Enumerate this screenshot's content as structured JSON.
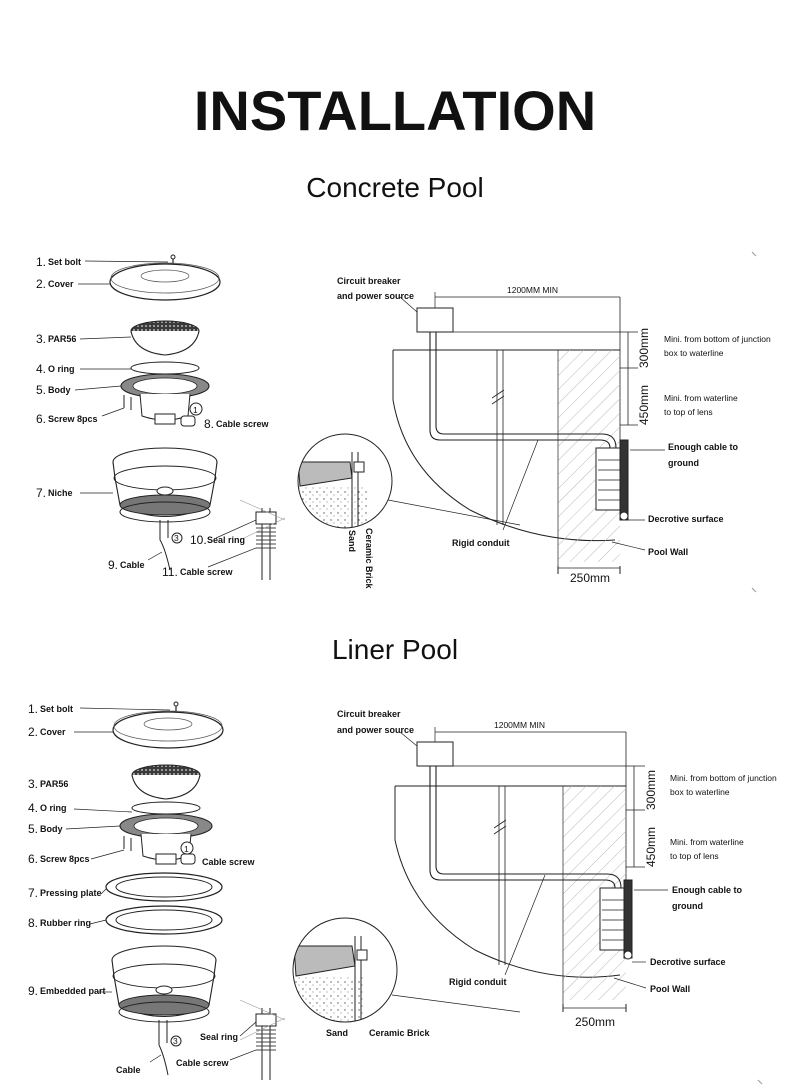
{
  "title": "INSTALLATION",
  "sections": [
    {
      "title": "Concrete Pool",
      "parts": [
        {
          "num": "1.",
          "label": "Set bolt"
        },
        {
          "num": "2.",
          "label": "Cover"
        },
        {
          "num": "3.",
          "label": "PAR56"
        },
        {
          "num": "4.",
          "label": "O ring"
        },
        {
          "num": "5.",
          "label": "Body"
        },
        {
          "num": "6.",
          "label": "Screw 8pcs"
        },
        {
          "num": "8.",
          "label": "Cable screw"
        },
        {
          "num": "7.",
          "label": "Niche"
        },
        {
          "num": "10.",
          "label": "Seal ring"
        },
        {
          "num": "9.",
          "label": "Cable"
        },
        {
          "num": "11.",
          "label": "Cable screw"
        }
      ],
      "callout_numbers": [
        "1",
        "3"
      ],
      "diagram": {
        "circuit_breaker": "Circuit breaker",
        "power_source": "and power source",
        "distance": "1200MM MIN",
        "dim_top": "300mm",
        "dim_top_note_1": "Mini. from bottom of junction",
        "dim_top_note_2": "box to waterline",
        "dim_lens": "450mm",
        "dim_lens_note_1": "Mini. from waterline",
        "dim_lens_note_2": "to top of lens",
        "cable_note_1": "Enough cable to",
        "cable_note_2": "ground",
        "surface": "Decrotive surface",
        "rigid_conduit": "Rigid conduit",
        "pool_wall": "Pool Wall",
        "wall_width": "250mm",
        "sand": "Sand",
        "brick": "Ceramic Brick"
      }
    },
    {
      "title": "Liner Pool",
      "parts": [
        {
          "num": "1.",
          "label": "Set bolt"
        },
        {
          "num": "2.",
          "label": "Cover"
        },
        {
          "num": "3.",
          "label": "PAR56"
        },
        {
          "num": "4.",
          "label": "O ring"
        },
        {
          "num": "5.",
          "label": "Body"
        },
        {
          "num": "6.",
          "label": "Screw 8pcs"
        },
        {
          "num": "",
          "label": "Cable screw"
        },
        {
          "num": "7.",
          "label": "Pressing plate"
        },
        {
          "num": "8.",
          "label": "Rubber ring"
        },
        {
          "num": "9.",
          "label": "Embedded part"
        },
        {
          "num": "",
          "label": "Seal ring"
        },
        {
          "num": "",
          "label": "Cable screw"
        },
        {
          "num": "",
          "label": "Cable"
        }
      ],
      "callout_numbers": [
        "1",
        "3"
      ],
      "diagram": {
        "circuit_breaker": "Circuit breaker",
        "power_source": "and power source",
        "distance": "1200MM MIN",
        "dim_top": "300mm",
        "dim_top_note_1": "Mini. from bottom of junction",
        "dim_top_note_2": "box to waterline",
        "dim_lens": "450mm",
        "dim_lens_note_1": "Mini. from waterline",
        "dim_lens_note_2": "to top of lens",
        "cable_note_1": "Enough cable to",
        "cable_note_2": "ground",
        "surface": "Decrotive surface",
        "rigid_conduit": "Rigid conduit",
        "pool_wall": "Pool Wall",
        "wall_width": "250mm",
        "sand": "Sand",
        "brick": "Ceramic Brick"
      }
    }
  ]
}
